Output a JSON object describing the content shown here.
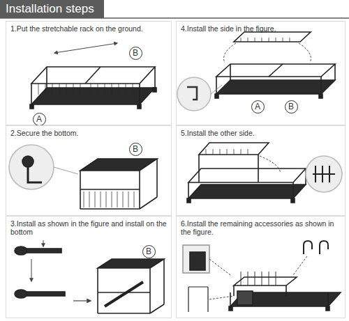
{
  "diagram": {
    "title": "Installation steps",
    "nodes": [
      {
        "text": [
          "1.Put the stretchable rack on the ground."
        ]
      },
      {
        "text": [
          "A"
        ],
        "in": 0
      },
      {
        "text": [
          "B"
        ],
        "in": 0
      },
      {
        "text": [
          "4.Install the side in the figure."
        ]
      },
      {
        "text": [
          "A"
        ],
        "in": 3
      },
      {
        "text": [
          "B"
        ],
        "in": 3
      },
      {
        "text": [
          "2.Secure the bottom."
        ]
      },
      {
        "text": [
          "B"
        ],
        "in": 6
      },
      {
        "text": [
          "5.Install the other side."
        ]
      },
      {
        "text": [
          "3.Install as shown in the figure and install on the bottom"
        ]
      },
      {
        "text": [
          "B"
        ],
        "in": 9
      },
      {
        "text": [
          "6.Install the remaining accessories as shown in the figure."
        ]
      }
    ]
  }
}
